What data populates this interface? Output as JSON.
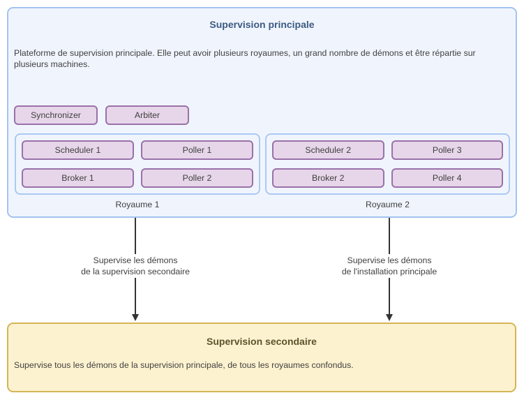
{
  "main_box": {
    "title": "Supervision principale",
    "description": "Plateforme de supervision principale. Elle peut avoir plusieurs royaumes, un grand nombre de démons et être répartie sur plusieurs machines.",
    "top_daemons": [
      "Synchronizer",
      "Arbiter"
    ],
    "realms": [
      {
        "label": "Royaume 1",
        "daemons": [
          "Scheduler 1",
          "Poller 1",
          "Broker 1",
          "Poller 2"
        ]
      },
      {
        "label": "Royaume 2",
        "daemons": [
          "Scheduler 2",
          "Poller 3",
          "Broker 2",
          "Poller 4"
        ]
      }
    ]
  },
  "arrows": [
    {
      "label_line1": "Supervise les démons",
      "label_line2": "de la supervision secondaire"
    },
    {
      "label_line1": "Supervise les démons",
      "label_line2": "de l'installation principale"
    }
  ],
  "secondary_box": {
    "title": "Supervision secondaire",
    "description": "Supervise tous les démons de la supervision principale, de tous les royaumes confondus."
  },
  "colors": {
    "main_box_fill": "#f0f5fd",
    "main_box_border": "#a3c3ef",
    "realm_border": "#abc9f2",
    "daemon_fill": "#e7d6e9",
    "daemon_border": "#9a71aa",
    "main_title_text": "#3c5a82",
    "secondary_fill": "#fdf2cf",
    "secondary_border": "#d4b556",
    "secondary_title_text": "#5b532b",
    "body_text": "#3f3f3f",
    "arrow": "#333333"
  }
}
